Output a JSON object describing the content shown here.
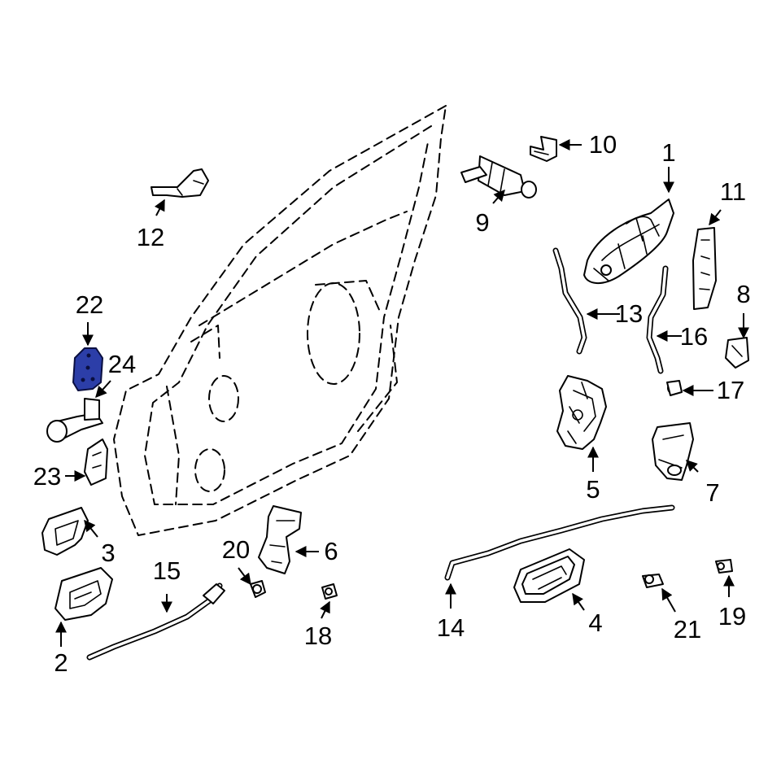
{
  "diagram": {
    "kind": "exploded parts diagram - front door lock and handle hardware",
    "highlighted_part": "22",
    "highlight_color": "#2c3ea8",
    "callouts": [
      "1",
      "2",
      "3",
      "4",
      "5",
      "6",
      "7",
      "8",
      "9",
      "10",
      "11",
      "12",
      "13",
      "14",
      "15",
      "16",
      "17",
      "18",
      "19",
      "20",
      "21",
      "22",
      "23",
      "24"
    ]
  }
}
